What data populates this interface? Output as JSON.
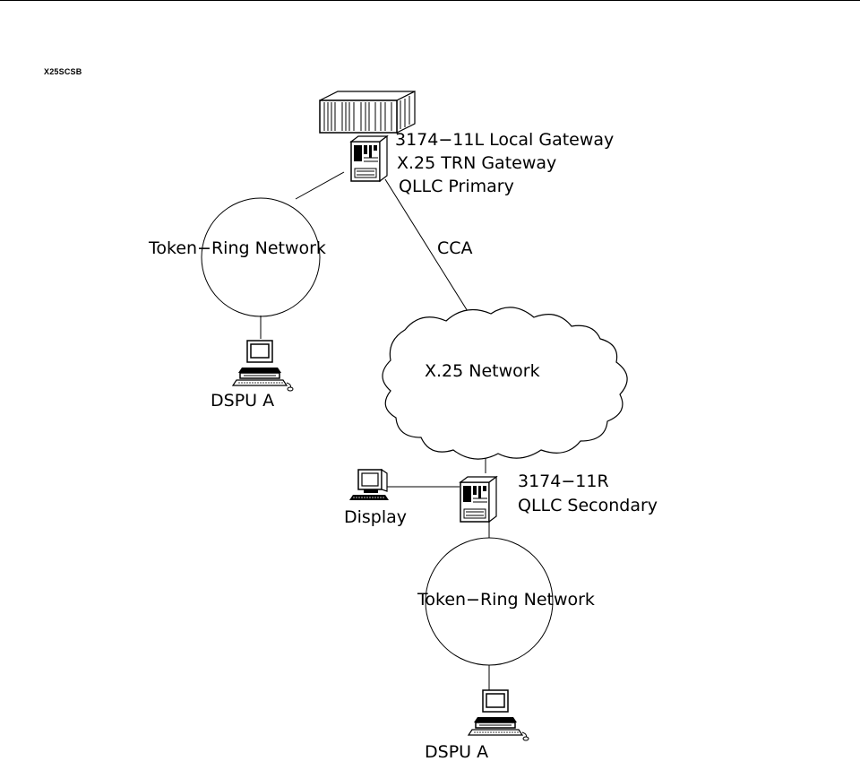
{
  "figure_id": "X25SCSB",
  "labels": {
    "gateway_line1": "3174−11L Local Gateway",
    "gateway_line2": "X.25 TRN Gateway",
    "gateway_line3": "QLLC Primary",
    "ring_top": "Token−Ring Network",
    "cca": "CCA",
    "dspu_top": "DSPU A",
    "x25_network": "X.25 Network",
    "remote_line1": "3174−11R",
    "remote_line2": "QLLC Secondary",
    "display": "Display",
    "ring_bottom": "Token−Ring Network",
    "dspu_bottom": "DSPU A"
  },
  "icons": [
    "mainframe-icon",
    "controller-icon",
    "workstation-icon",
    "terminal-icon",
    "cloud-icon"
  ],
  "colors": {
    "ink": "#000000",
    "background": "#ffffff"
  }
}
